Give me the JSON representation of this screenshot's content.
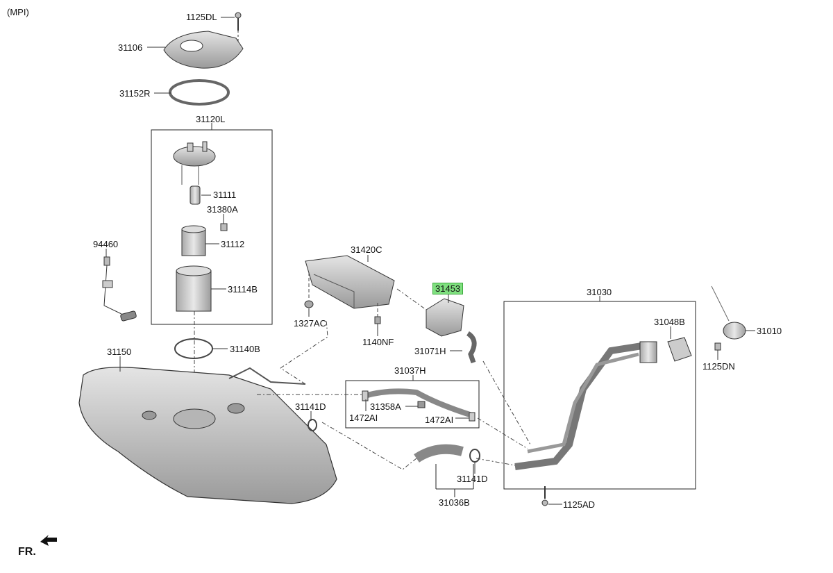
{
  "diagram": {
    "variant_note": "(MPI)",
    "direction_label": "FR.",
    "highlight_color": "#7fe07f",
    "part_labels": [
      {
        "id": "1125DL",
        "text": "1125DL"
      },
      {
        "id": "31106",
        "text": "31106"
      },
      {
        "id": "31152R",
        "text": "31152R"
      },
      {
        "id": "31120L",
        "text": "31120L"
      },
      {
        "id": "31111",
        "text": "31111"
      },
      {
        "id": "31380A",
        "text": "31380A"
      },
      {
        "id": "31112",
        "text": "31112"
      },
      {
        "id": "31114B",
        "text": "31114B"
      },
      {
        "id": "94460",
        "text": "94460"
      },
      {
        "id": "31140B",
        "text": "31140B"
      },
      {
        "id": "31150",
        "text": "31150"
      },
      {
        "id": "31420C",
        "text": "31420C"
      },
      {
        "id": "1327AC",
        "text": "1327AC"
      },
      {
        "id": "1140NF",
        "text": "1140NF"
      },
      {
        "id": "31453",
        "text": "31453",
        "highlighted": true
      },
      {
        "id": "31071H",
        "text": "31071H"
      },
      {
        "id": "31037H",
        "text": "31037H"
      },
      {
        "id": "31358A",
        "text": "31358A"
      },
      {
        "id": "1472AI_a",
        "text": "1472AI"
      },
      {
        "id": "1472AI_b",
        "text": "1472AI"
      },
      {
        "id": "31141D_a",
        "text": "31141D"
      },
      {
        "id": "31141D_b",
        "text": "31141D"
      },
      {
        "id": "31036B",
        "text": "31036B"
      },
      {
        "id": "31030",
        "text": "31030"
      },
      {
        "id": "31048B",
        "text": "31048B"
      },
      {
        "id": "31010",
        "text": "31010"
      },
      {
        "id": "1125DN",
        "text": "1125DN"
      },
      {
        "id": "1125AD",
        "text": "1125AD"
      }
    ]
  }
}
